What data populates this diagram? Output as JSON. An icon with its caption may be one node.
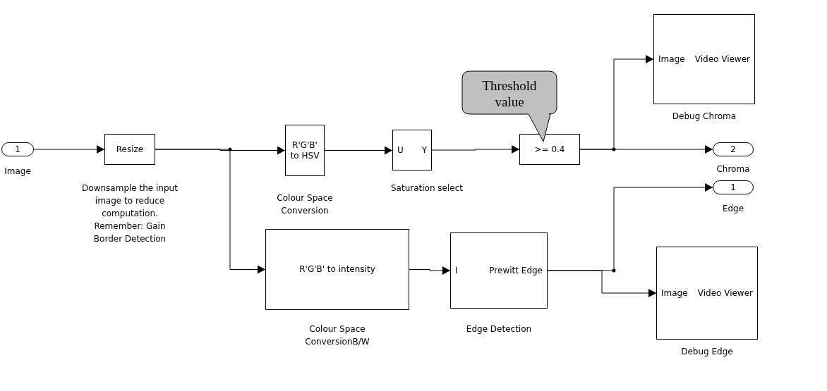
{
  "diagram": {
    "nodes": [
      {
        "text": [
          "1"
        ],
        "beside": [
          "Image"
        ]
      },
      {
        "text": [
          "Resize"
        ],
        "beside": [
          "Downsample the input image to reduce computation. Remember: Gain Border Detection"
        ]
      },
      {
        "text": [
          "R'G'B' to HSV"
        ],
        "beside": [
          "Colour Space Conversion"
        ]
      },
      {
        "text": [
          "U",
          "Y"
        ],
        "beside": [
          "Saturation select"
        ]
      },
      {
        "text": [
          ">= 0.4"
        ]
      },
      {
        "text": [
          "Threshold value"
        ]
      },
      {
        "text": [
          "Image",
          "Video Viewer"
        ],
        "beside": [
          "Debug Chroma"
        ]
      },
      {
        "text": [
          "2"
        ],
        "beside": [
          "Chroma"
        ]
      },
      {
        "text": [
          "R'G'B' to intensity"
        ],
        "beside": [
          "Colour Space ConversionB/W"
        ]
      },
      {
        "text": [
          "I",
          "Prewitt Edge"
        ],
        "beside": [
          "Edge Detection"
        ]
      },
      {
        "text": [
          "1"
        ],
        "beside": [
          "Edge"
        ]
      },
      {
        "text": [
          "Image",
          "Video Viewer"
        ],
        "beside": [
          "Debug Edge"
        ]
      }
    ],
    "edges": [
      {
        "from": 0,
        "to": 1,
        "arrow": "to"
      },
      {
        "from": 1,
        "to": 2,
        "arrow": "to"
      },
      {
        "from": 1,
        "to": 8,
        "arrow": "to"
      },
      {
        "from": 2,
        "to": 3,
        "arrow": "to"
      },
      {
        "from": 3,
        "to": 4,
        "arrow": "to"
      },
      {
        "from": 4,
        "to": 6,
        "arrow": "to"
      },
      {
        "from": 4,
        "to": 7,
        "arrow": "to"
      },
      {
        "from": 8,
        "to": 9,
        "arrow": "to"
      },
      {
        "from": 9,
        "to": 10,
        "arrow": "to"
      },
      {
        "from": 9,
        "to": 11,
        "arrow": "to"
      }
    ]
  }
}
